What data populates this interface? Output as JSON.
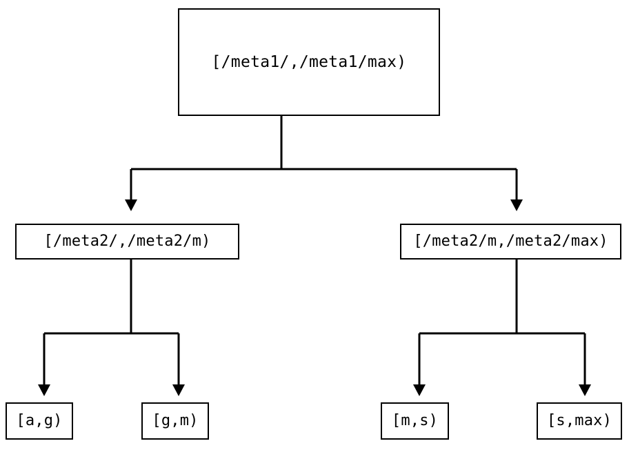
{
  "diagram": {
    "type": "tree",
    "title": "",
    "background_color": "#ffffff",
    "line_color": "#000000",
    "text_color": "#000000",
    "nodes": {
      "root": {
        "label": "[/meta1/,/meta1/max)",
        "level": 0
      },
      "mid_left": {
        "label": "[/meta2/,/meta2/m)",
        "level": 1
      },
      "mid_right": {
        "label": "[/meta2/m,/meta2/max)",
        "level": 1
      },
      "leaves": [
        {
          "label": "[a,g)",
          "level": 2
        },
        {
          "label": "[g,m)",
          "level": 2
        },
        {
          "label": "[m,s)",
          "level": 2
        },
        {
          "label": "[s,max)",
          "level": 2
        }
      ]
    },
    "edges": [
      {
        "from": "root",
        "to": "mid_left"
      },
      {
        "from": "root",
        "to": "mid_right"
      },
      {
        "from": "mid_left",
        "to": "leaf-0"
      },
      {
        "from": "mid_left",
        "to": "leaf-1"
      },
      {
        "from": "mid_right",
        "to": "leaf-2"
      },
      {
        "from": "mid_right",
        "to": "leaf-3"
      }
    ]
  }
}
